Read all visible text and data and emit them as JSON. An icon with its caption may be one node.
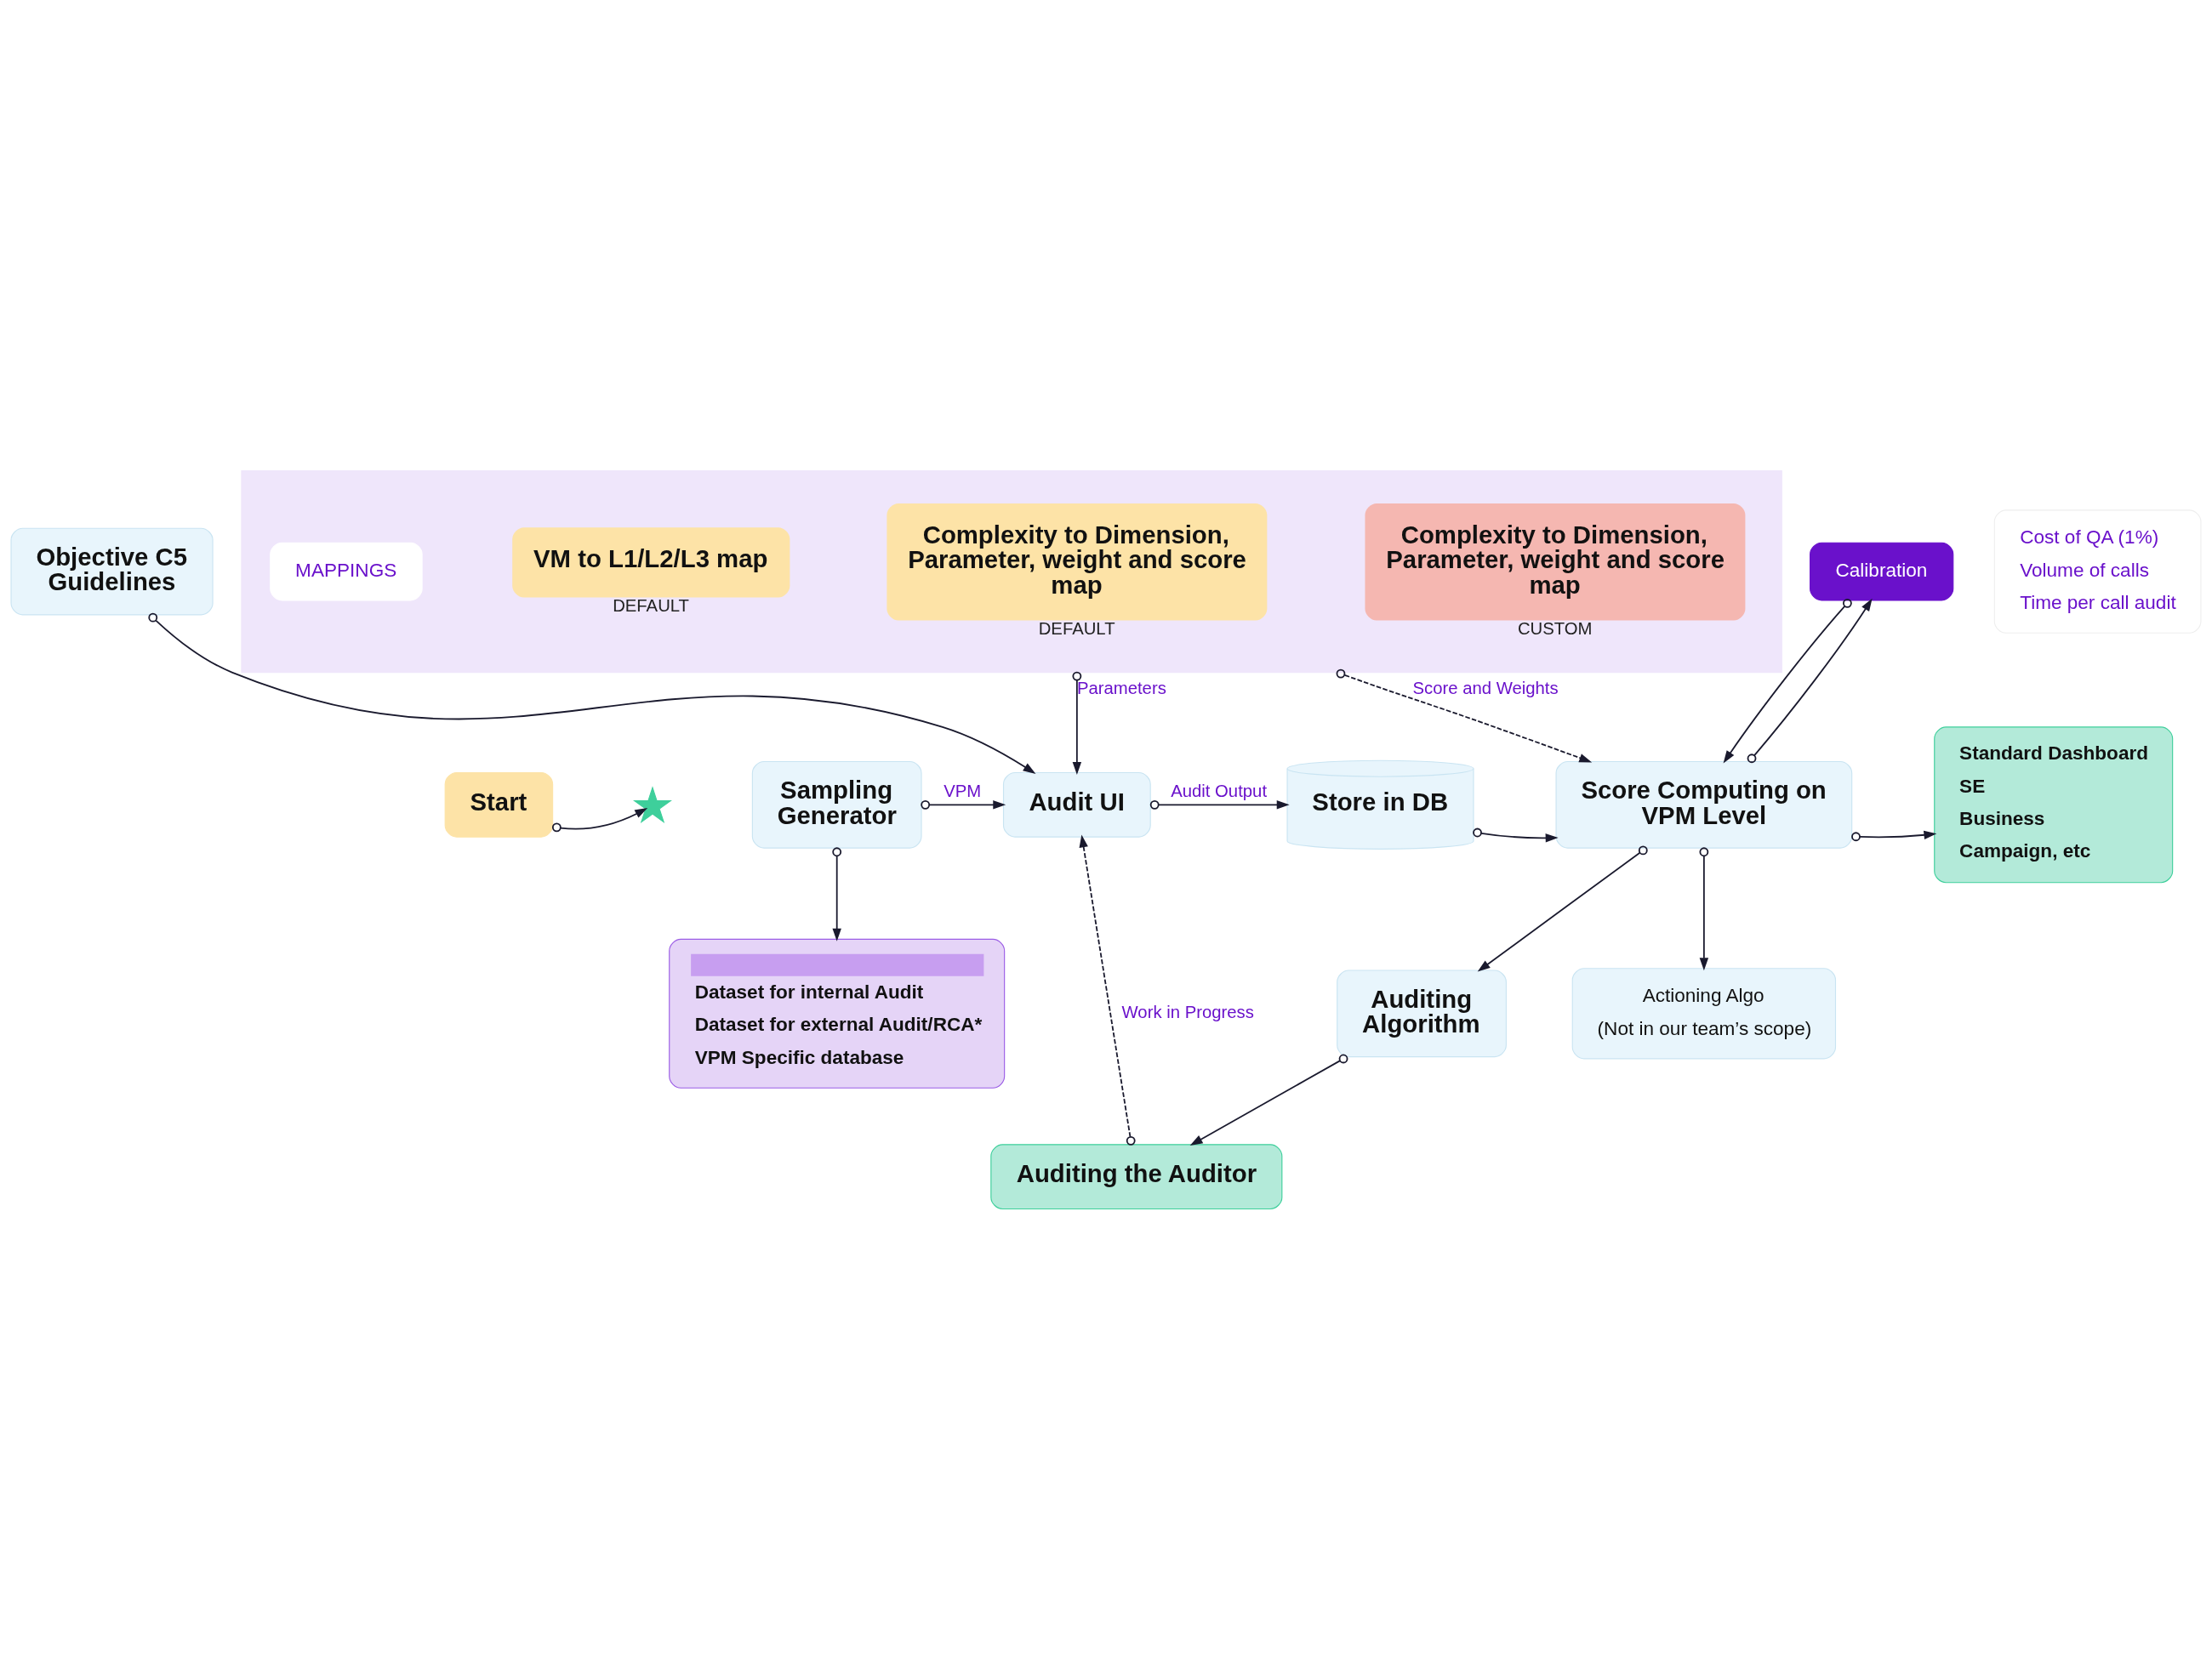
{
  "diagram": {
    "nodes": [
      {
        "text": [],
        "shape": "box"
      },
      {
        "text": [
          "MAPPINGS"
        ],
        "in": 0
      },
      {
        "text": [
          "VM to L1/L2/L3 map"
        ],
        "beside": [
          "DEFAULT"
        ],
        "in": 0
      },
      {
        "text": [
          "Complexity to Dimension, Parameter, weight and score map"
        ],
        "beside": [
          "DEFAULT"
        ],
        "in": 0
      },
      {
        "text": [
          "Complexity to Dimension, Parameter, weight and score map"
        ],
        "beside": [
          "CUSTOM"
        ],
        "in": 0
      },
      {
        "text": [
          "Objective C5 Guidelines"
        ]
      },
      {
        "text": [
          "Start"
        ]
      },
      {
        "text": [],
        "shape": "star"
      },
      {
        "text": [
          "Sampling Generator"
        ]
      },
      {
        "text": [
          "Audit UI"
        ]
      },
      {
        "text": [
          "Store in DB"
        ]
      },
      {
        "text": [
          "Calibration"
        ]
      },
      {
        "text": [
          "Score Computing on VPM Level"
        ]
      },
      {
        "text": [
          "Standard Dashboard",
          "SE",
          "Business",
          "Campaign, etc"
        ]
      },
      {
        "text": [
          "Dataset for internal Audit",
          "Dataset for external Audit/RCA*",
          "VPM Specific database"
        ]
      },
      {
        "text": [
          "Cost of QA (1%)",
          "Volume of calls",
          "Time per call audit"
        ]
      },
      {
        "text": [
          "Auditing Algorithm"
        ]
      },
      {
        "text": [
          "Actioning Algo",
          "(Not in our team’s scope)"
        ]
      },
      {
        "text": [
          "Auditing the Auditor"
        ]
      }
    ],
    "edges": [
      {
        "from": 0,
        "to": 9,
        "arrow": "to",
        "label": "Parameters"
      },
      {
        "from": 0,
        "to": 12,
        "arrow": "to",
        "label": "Score and Weights",
        "style": "dashed"
      },
      {
        "from": 5,
        "to": 9,
        "arrow": "to"
      },
      {
        "from": 6,
        "to": 7,
        "arrow": "to"
      },
      {
        "from": 8,
        "to": 9,
        "arrow": "to",
        "label": "VPM"
      },
      {
        "from": 9,
        "to": 10,
        "arrow": "to",
        "label": "Audit Output"
      },
      {
        "from": 10,
        "to": 12,
        "arrow": "to"
      },
      {
        "from": 12,
        "to": 11,
        "arrow": "to"
      },
      {
        "from": 11,
        "to": 12,
        "arrow": "to"
      },
      {
        "from": 12,
        "to": 13,
        "arrow": "to"
      },
      {
        "from": 8,
        "to": 14,
        "arrow": "to"
      },
      {
        "from": 12,
        "to": 16,
        "arrow": "to"
      },
      {
        "from": 12,
        "to": 17,
        "arrow": "to"
      },
      {
        "from": 16,
        "to": 18,
        "arrow": "to"
      },
      {
        "from": 18,
        "to": 9,
        "arrow": "to",
        "label": "Work in Progress",
        "style": "dashed"
      }
    ]
  }
}
